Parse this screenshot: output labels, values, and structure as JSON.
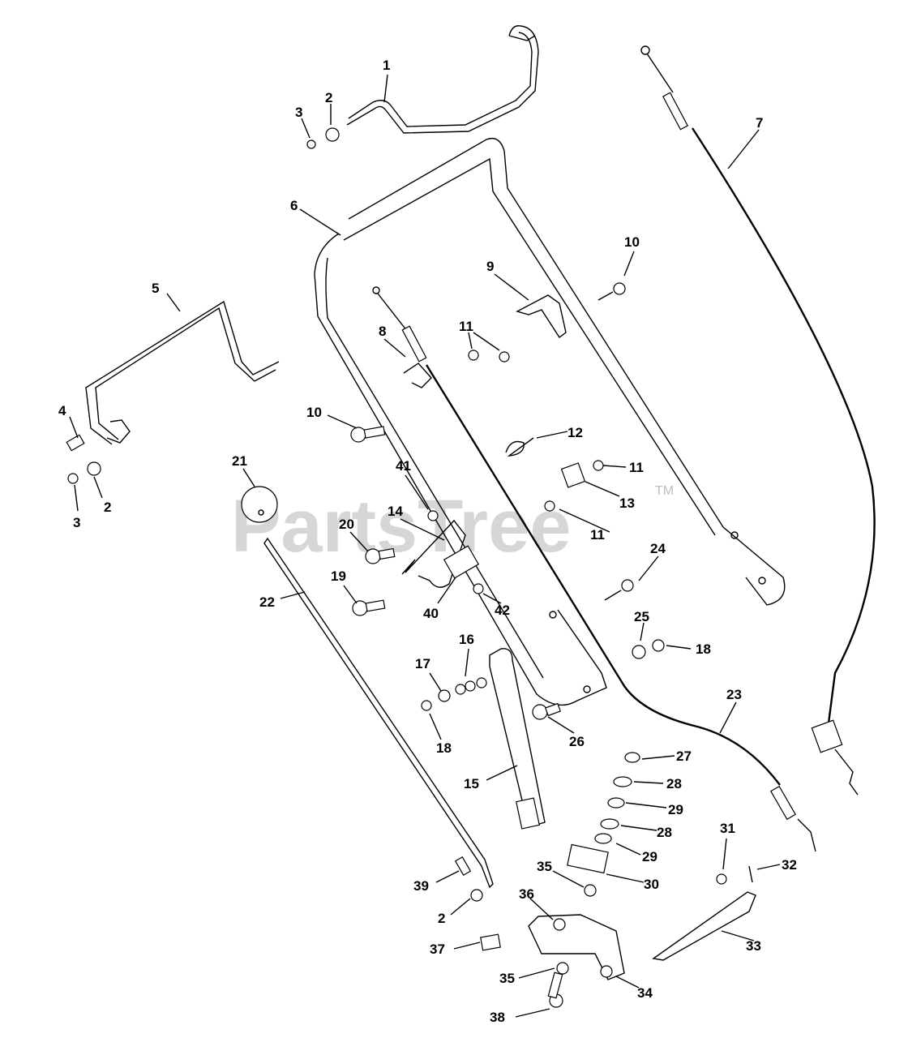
{
  "watermark": {
    "text": "PartsTree",
    "tm": "TM"
  },
  "labels": {
    "l1": "1",
    "l2a": "2",
    "l3a": "3",
    "l6": "6",
    "l7": "7",
    "l5": "5",
    "l9": "9",
    "l10a": "10",
    "l8": "8",
    "l11a": "11",
    "l4": "4",
    "l10b": "10",
    "l12": "12",
    "l11b": "11",
    "l21": "21",
    "l41": "41",
    "l13": "13",
    "l2b": "2",
    "l3b": "3",
    "l14": "14",
    "l11c": "11",
    "l20": "20",
    "l24": "24",
    "l19": "19",
    "l22": "22",
    "l40": "40",
    "l42": "42",
    "l25": "25",
    "l18a": "18",
    "l16": "16",
    "l17": "17",
    "l23": "23",
    "l18b": "18",
    "l26": "26",
    "l27": "27",
    "l15": "15",
    "l28a": "28",
    "l29a": "29",
    "l28b": "28",
    "l31": "31",
    "l29b": "29",
    "l32": "32",
    "l35a": "35",
    "l30": "30",
    "l39": "39",
    "l36": "36",
    "l2c": "2",
    "l33": "33",
    "l37": "37",
    "l35b": "35",
    "l34": "34",
    "l38": "38"
  }
}
